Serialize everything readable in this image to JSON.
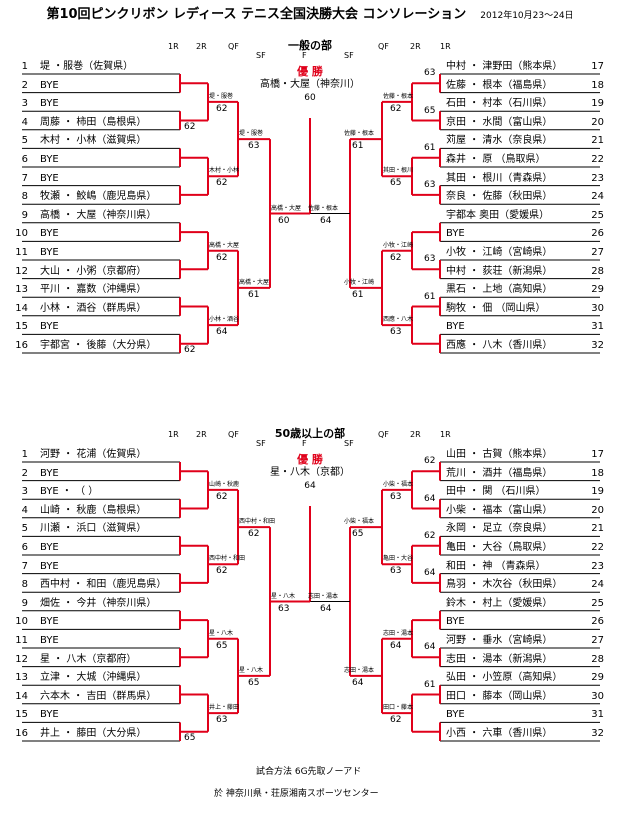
{
  "title": "第10回ピンクリボン レディース テニス全国決勝大会 コンソレーション",
  "date": "2012年10月23～24日",
  "rounds_left": [
    "1R",
    "2R",
    "QF"
  ],
  "rounds_center": [
    "SF",
    "F",
    "SF"
  ],
  "rounds_right": [
    "QF",
    "2R",
    "1R"
  ],
  "colors": {
    "win_line": "#e0001a",
    "line": "#000000"
  },
  "sections": [
    {
      "name": "一般の部",
      "left_players": [
        {
          "num": "1",
          "name": "堤 ・服巻（佐賀県）"
        },
        {
          "num": "2",
          "name": "BYE"
        },
        {
          "num": "3",
          "name": "BYE"
        },
        {
          "num": "4",
          "name": "周藤 ・ 柿田（島根県）"
        },
        {
          "num": "5",
          "name": "木村 ・ 小林（滋賀県）"
        },
        {
          "num": "6",
          "name": "BYE"
        },
        {
          "num": "7",
          "name": "BYE"
        },
        {
          "num": "8",
          "name": "牧瀬 ・ 鮫嶋（鹿児島県）"
        },
        {
          "num": "9",
          "name": "高橋 ・ 大屋（神奈川県）"
        },
        {
          "num": "10",
          "name": "BYE"
        },
        {
          "num": "11",
          "name": "BYE"
        },
        {
          "num": "12",
          "name": "大山 ・ 小粥（京都府）"
        },
        {
          "num": "13",
          "name": "平川 ・ 嘉数（沖縄県）"
        },
        {
          "num": "14",
          "name": "小林 ・ 酒谷（群馬県）"
        },
        {
          "num": "15",
          "name": "BYE"
        },
        {
          "num": "16",
          "name": "宇都宮 ・ 後藤（大分県）"
        }
      ],
      "right_players": [
        {
          "num": "17",
          "name": "中村 ・ 津野田（熊本県）"
        },
        {
          "num": "18",
          "name": "佐藤 ・ 根本（福島県）"
        },
        {
          "num": "19",
          "name": "石田 ・ 村本（石川県）"
        },
        {
          "num": "20",
          "name": "京田 ・ 水間（富山県）"
        },
        {
          "num": "21",
          "name": "苅屋 ・ 清水（奈良県）"
        },
        {
          "num": "22",
          "name": "森井 ・ 原 （鳥取県）"
        },
        {
          "num": "23",
          "name": "其田 ・ 根川（青森県）"
        },
        {
          "num": "24",
          "name": "奈良 ・ 佐藤（秋田県）"
        },
        {
          "num": "25",
          "name": "宇都本 奥田（愛媛県）"
        },
        {
          "num": "26",
          "name": "BYE"
        },
        {
          "num": "27",
          "name": "小牧 ・ 江崎（宮崎県）"
        },
        {
          "num": "28",
          "name": "中村 ・ 荻荘（新潟県）"
        },
        {
          "num": "29",
          "name": "黒石 ・ 上地（高知県）"
        },
        {
          "num": "30",
          "name": "駒牧 ・ 佃 （岡山県）"
        },
        {
          "num": "31",
          "name": "BYE"
        },
        {
          "num": "32",
          "name": "西應 ・ 八木（香川県）"
        }
      ],
      "left_r1": [
        {
          "w": "",
          "s": ""
        },
        {
          "w": "",
          "s": "62"
        },
        {
          "w": "",
          "s": ""
        },
        {
          "w": "",
          "s": ""
        },
        {
          "w": "",
          "s": ""
        },
        {
          "w": "",
          "s": ""
        },
        {
          "w": "",
          "s": ""
        },
        {
          "w": "",
          "s": "62"
        }
      ],
      "left_r2": [
        {
          "w": "堤・服巻",
          "s": "62"
        },
        {
          "w": "木村・小林",
          "s": "62"
        },
        {
          "w": "高橋・大屋",
          "s": "62"
        },
        {
          "w": "小林・酒谷",
          "s": "64"
        }
      ],
      "left_qf": [
        {
          "w": "堤・服巻",
          "s": "63"
        },
        {
          "w": "高橋・大屋",
          "s": "61"
        }
      ],
      "left_sf": {
        "w": "高橋・大屋",
        "s": "60"
      },
      "right_r1": [
        {
          "w": "",
          "s": "63"
        },
        {
          "w": "",
          "s": "65"
        },
        {
          "w": "",
          "s": "61"
        },
        {
          "w": "",
          "s": "63"
        },
        {
          "w": "",
          "s": ""
        },
        {
          "w": "",
          "s": "63"
        },
        {
          "w": "",
          "s": "61"
        },
        {
          "w": "",
          "s": ""
        }
      ],
      "right_r2": [
        {
          "w": "佐藤・根本",
          "s": "62"
        },
        {
          "w": "其田・根川",
          "s": "65"
        },
        {
          "w": "小牧・江崎",
          "s": "62"
        },
        {
          "w": "西應・八木",
          "s": "63"
        }
      ],
      "right_qf": [
        {
          "w": "佐藤・根本",
          "s": "61"
        },
        {
          "w": "小牧・江崎",
          "s": "61"
        }
      ],
      "right_sf": {
        "w": "佐藤・根本",
        "s": "64"
      },
      "champion_label": "優 勝",
      "champion_name": "高橋・大屋（神奈川）",
      "final_score": "60"
    },
    {
      "name": "50歳以上の部",
      "left_players": [
        {
          "num": "1",
          "name": "河野 ・ 花浦（佐賀県）"
        },
        {
          "num": "2",
          "name": "BYE"
        },
        {
          "num": "3",
          "name": "BYE ・ （ ）"
        },
        {
          "num": "4",
          "name": "山崎 ・ 秋鹿（島根県）"
        },
        {
          "num": "5",
          "name": "川瀬 ・ 浜口（滋賀県）"
        },
        {
          "num": "6",
          "name": "BYE"
        },
        {
          "num": "7",
          "name": "BYE"
        },
        {
          "num": "8",
          "name": "西中村 ・ 和田（鹿児島県）"
        },
        {
          "num": "9",
          "name": "畑佐 ・ 今井（神奈川県）"
        },
        {
          "num": "10",
          "name": "BYE"
        },
        {
          "num": "11",
          "name": "BYE"
        },
        {
          "num": "12",
          "name": "星 ・ 八木（京都府）"
        },
        {
          "num": "13",
          "name": "立津 ・ 大城（沖縄県）"
        },
        {
          "num": "14",
          "name": "六本木 ・ 吉田（群馬県）"
        },
        {
          "num": "15",
          "name": "BYE"
        },
        {
          "num": "16",
          "name": "井上 ・ 藤田（大分県）"
        }
      ],
      "right_players": [
        {
          "num": "17",
          "name": "山田 ・ 古賀（熊本県）"
        },
        {
          "num": "18",
          "name": "荒川 ・ 酒井（福島県）"
        },
        {
          "num": "19",
          "name": "田中 ・ 関 （石川県）"
        },
        {
          "num": "20",
          "name": "小柴 ・ 福本（富山県）"
        },
        {
          "num": "21",
          "name": "永岡 ・ 足立（奈良県）"
        },
        {
          "num": "22",
          "name": "亀田 ・ 大谷（鳥取県）"
        },
        {
          "num": "23",
          "name": "和田 ・ 神 （青森県）"
        },
        {
          "num": "24",
          "name": "鳥羽 ・ 木次谷（秋田県）"
        },
        {
          "num": "25",
          "name": "鈴木 ・ 村上（愛媛県）"
        },
        {
          "num": "26",
          "name": "BYE"
        },
        {
          "num": "27",
          "name": "河野 ・ 垂水（宮崎県）"
        },
        {
          "num": "28",
          "name": "志田 ・ 湯本（新潟県）"
        },
        {
          "num": "29",
          "name": "弘田 ・ 小笠原（高知県）"
        },
        {
          "num": "30",
          "name": "田口 ・ 藤本（岡山県）"
        },
        {
          "num": "31",
          "name": "BYE"
        },
        {
          "num": "32",
          "name": "小西 ・ 六車（香川県）"
        }
      ],
      "left_r1": [
        {
          "w": "",
          "s": ""
        },
        {
          "w": "",
          "s": ""
        },
        {
          "w": "",
          "s": ""
        },
        {
          "w": "",
          "s": ""
        },
        {
          "w": "",
          "s": ""
        },
        {
          "w": "",
          "s": ""
        },
        {
          "w": "",
          "s": ""
        },
        {
          "w": "",
          "s": "65"
        }
      ],
      "left_r2": [
        {
          "w": "山崎・秋鹿",
          "s": "62"
        },
        {
          "w": "西中村・和田",
          "s": "62"
        },
        {
          "w": "星・八木",
          "s": "65"
        },
        {
          "w": "井上・藤田",
          "s": "63"
        }
      ],
      "left_qf": [
        {
          "w": "西中村・和田",
          "s": "62"
        },
        {
          "w": "星・八木",
          "s": "65"
        }
      ],
      "left_sf": {
        "w": "星・八木",
        "s": "63"
      },
      "right_r1": [
        {
          "w": "",
          "s": "62"
        },
        {
          "w": "",
          "s": "64"
        },
        {
          "w": "",
          "s": "62"
        },
        {
          "w": "",
          "s": "64"
        },
        {
          "w": "",
          "s": ""
        },
        {
          "w": "",
          "s": "64"
        },
        {
          "w": "",
          "s": "61"
        },
        {
          "w": "",
          "s": ""
        }
      ],
      "right_r2": [
        {
          "w": "小柴・福本",
          "s": "63"
        },
        {
          "w": "亀田・大谷",
          "s": "63"
        },
        {
          "w": "志田・湯本",
          "s": "64"
        },
        {
          "w": "田口・藤本",
          "s": "62"
        }
      ],
      "right_qf": [
        {
          "w": "小柴・福本",
          "s": "65"
        },
        {
          "w": "志田・湯本",
          "s": "64"
        }
      ],
      "right_sf": {
        "w": "志田・湯本",
        "s": "64"
      },
      "champion_label": "優 勝",
      "champion_name": "星・八木（京都）",
      "final_score": "64"
    }
  ],
  "footer_method": "試合方法 6G先取ノーアド",
  "footer_venue": "於 神奈川県・荘原湘南スポーツセンター"
}
